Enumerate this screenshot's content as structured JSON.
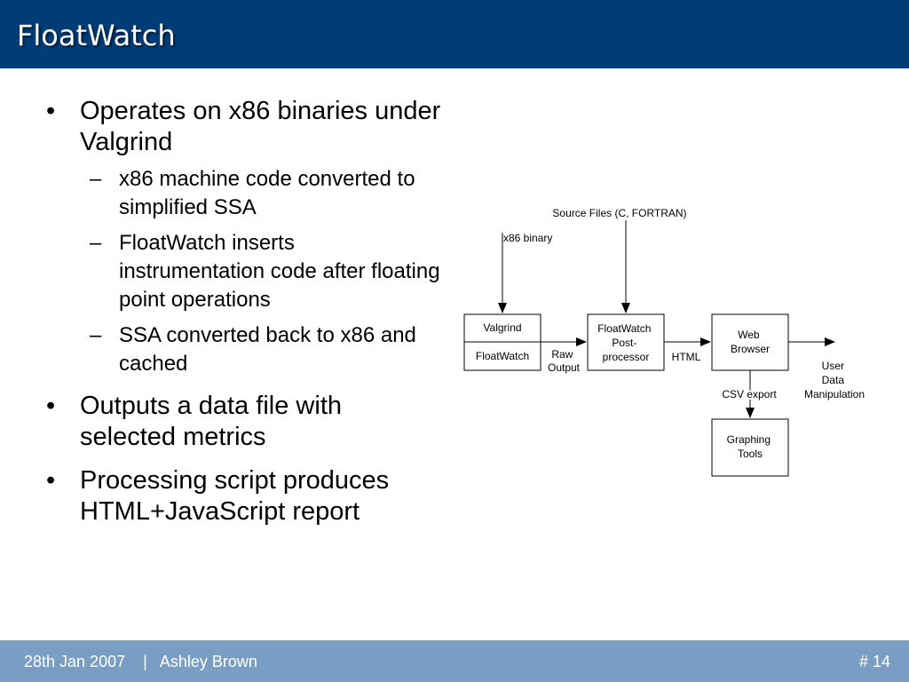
{
  "slide": {
    "title": "FloatWatch"
  },
  "bullets": [
    {
      "text": "Operates on x86 binaries under Valgrind",
      "subitems": [
        "x86 machine code converted to simplified SSA",
        "FloatWatch inserts instrumentation code after floating point operations",
        "SSA converted back to x86 and cached"
      ]
    },
    {
      "text": "Outputs a data file with selected metrics"
    },
    {
      "text": "Processing script produces HTML+JavaScript report"
    }
  ],
  "diagram": {
    "inputs": {
      "source_files": "Source Files (C, FORTRAN)",
      "binary": "x86 binary"
    },
    "boxes": {
      "valgrind_top": "Valgrind",
      "valgrind_bottom": "FloatWatch",
      "postprocessor": [
        "FloatWatch",
        "Post-",
        "processor"
      ],
      "browser": [
        "Web",
        "Browser"
      ],
      "graphing": [
        "Graphing",
        "Tools"
      ]
    },
    "edges": {
      "raw_output": [
        "Raw",
        "Output"
      ],
      "html": "HTML",
      "csv_export": "CSV export",
      "user_manipulation": [
        "User",
        "Data",
        "Manipulation"
      ]
    }
  },
  "footer": {
    "date": "28th Jan 2007",
    "separator": "|",
    "author": "Ashley Brown",
    "page": "# 14"
  }
}
